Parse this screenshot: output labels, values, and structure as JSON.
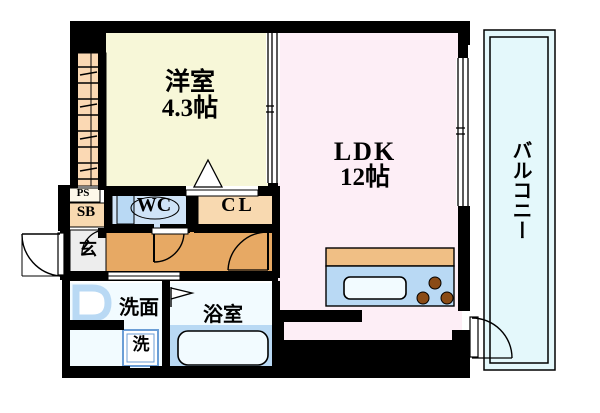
{
  "plan": {
    "type": "apartment-floor-plan",
    "layout_name": "1LDK",
    "rooms": [
      {
        "id": "bedroom",
        "label": "洋室",
        "size": "4.3帖",
        "fill": "#f7f7d8"
      },
      {
        "id": "ldk",
        "label": "LDK",
        "size": "12帖",
        "fill": "#fdeef6"
      },
      {
        "id": "balcony",
        "label": "バルコニー",
        "size": "",
        "fill": "#e4f8fb"
      },
      {
        "id": "wc",
        "label": "WC",
        "size": "",
        "fill": "#cfe3f7"
      },
      {
        "id": "closet",
        "label": "CL",
        "size": "",
        "fill": "#f8d9b0"
      },
      {
        "id": "entrance",
        "label": "玄",
        "size": "",
        "fill": "#ededed"
      },
      {
        "id": "washroom",
        "label": "洗面",
        "size": "",
        "fill": "#f2fbff"
      },
      {
        "id": "bathroom",
        "label": "浴室",
        "size": "",
        "fill": "#f2fbff"
      },
      {
        "id": "washer",
        "label": "洗",
        "size": "",
        "fill": "#ffffff"
      },
      {
        "id": "ps",
        "label": "PS",
        "size": "",
        "fill": "#fdf8ea"
      },
      {
        "id": "sb",
        "label": "SB",
        "size": "",
        "fill": "#f8d9b0"
      }
    ],
    "labels": {
      "bedroom_name": "洋室",
      "bedroom_size": "4.3帖",
      "ldk_name": "LDK",
      "ldk_size": "12帖",
      "balcony_name": "バルコニー",
      "wc_name": "WC",
      "closet_name": "CL",
      "entrance_name": "玄",
      "washroom_name": "洗面",
      "bathroom_name": "浴室",
      "washer_name": "洗",
      "ps_name": "PS",
      "sb_name": "SB"
    },
    "colors": {
      "wall": "#000000",
      "bedroom_floor": "#f7f7d8",
      "ldk_floor": "#fdeef6",
      "balcony_floor": "#e4f8fb",
      "kitchen_counter": "#b9d9f4",
      "kitchen_cabinet": "#f0bf85",
      "burner": "#8a4b16",
      "closet_floor": "#f8d9b0",
      "corridor_floor": "#e7a964",
      "entrance_floor": "#ededed",
      "wc_floor": "#cfe3f7",
      "bath_tub": "#b9d9f4",
      "stairs_fill": "#fbd9b4",
      "sanitary_floor": "#f2fbff",
      "background": "#ffffff"
    }
  }
}
